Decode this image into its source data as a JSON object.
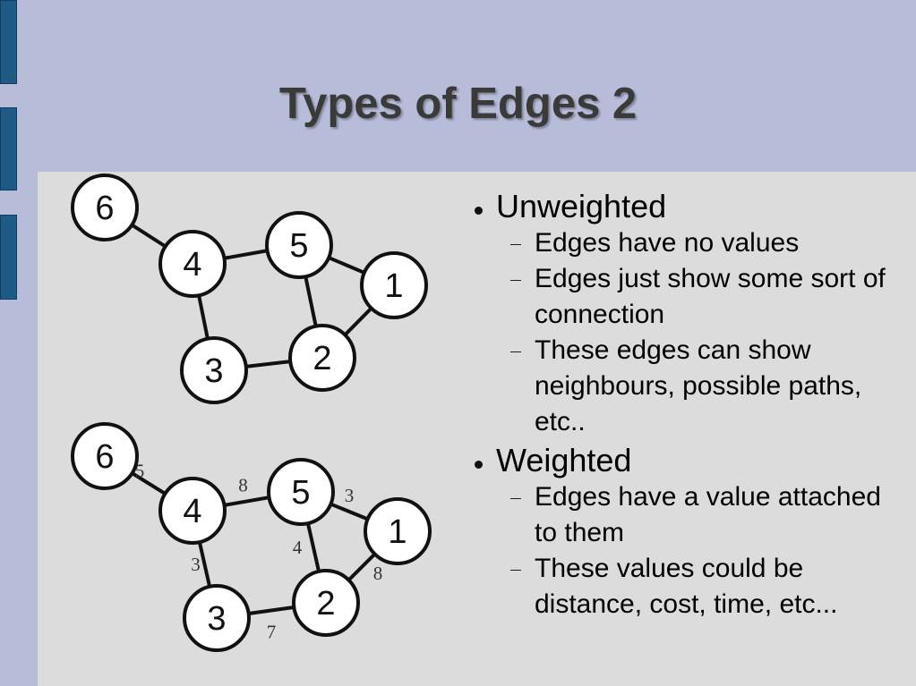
{
  "slide": {
    "title": "Types of Edges 2"
  },
  "diagram": {
    "unweighted": {
      "nodes": [
        "6",
        "4",
        "5",
        "1",
        "3",
        "2"
      ],
      "edges": [
        [
          "6",
          "4"
        ],
        [
          "4",
          "5"
        ],
        [
          "5",
          "1"
        ],
        [
          "4",
          "3"
        ],
        [
          "5",
          "2"
        ],
        [
          "1",
          "2"
        ],
        [
          "3",
          "2"
        ]
      ]
    },
    "weighted": {
      "nodes": [
        "6",
        "4",
        "5",
        "1",
        "3",
        "2"
      ],
      "edges": [
        {
          "from": "6",
          "to": "4",
          "weight": "5"
        },
        {
          "from": "4",
          "to": "5",
          "weight": "8"
        },
        {
          "from": "5",
          "to": "1",
          "weight": "3"
        },
        {
          "from": "4",
          "to": "3",
          "weight": "3"
        },
        {
          "from": "5",
          "to": "2",
          "weight": "4"
        },
        {
          "from": "1",
          "to": "2",
          "weight": "8"
        },
        {
          "from": "3",
          "to": "2",
          "weight": "7"
        }
      ]
    }
  },
  "bullets": [
    {
      "text": "Unweighted",
      "subs": [
        "Edges have no values",
        "Edges just show some sort of connection",
        "These edges can show neighbours, possible paths, etc.."
      ]
    },
    {
      "text": "Weighted",
      "subs": [
        "Edges have a value attached to them",
        "These values could be distance, cost, time, etc..."
      ]
    }
  ]
}
